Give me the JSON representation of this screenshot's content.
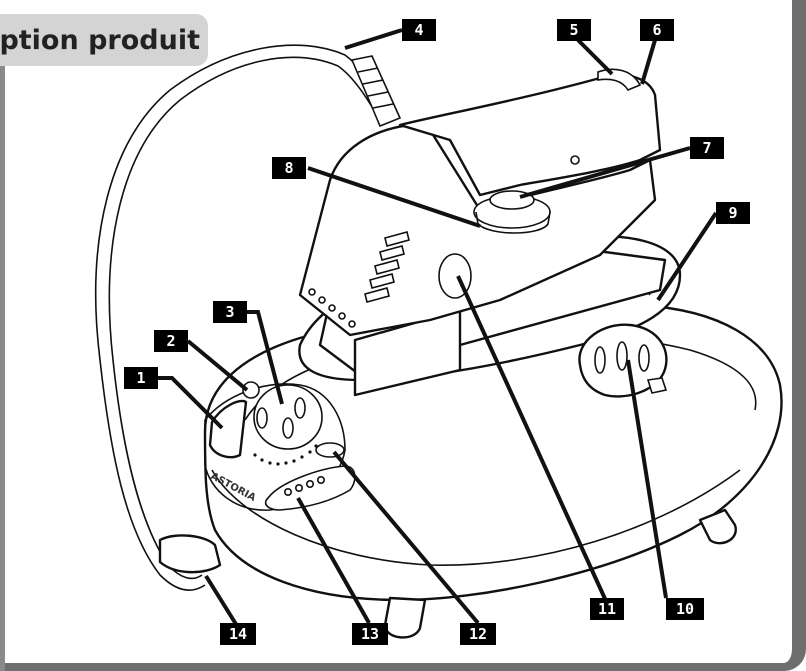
{
  "header": {
    "title": "ption produit"
  },
  "product": {
    "brand": "ASTORIA"
  },
  "callouts": [
    {
      "id": "1",
      "label": "1"
    },
    {
      "id": "2",
      "label": "2"
    },
    {
      "id": "3",
      "label": "3"
    },
    {
      "id": "4",
      "label": "4"
    },
    {
      "id": "5",
      "label": "5"
    },
    {
      "id": "6",
      "label": "6"
    },
    {
      "id": "7",
      "label": "7"
    },
    {
      "id": "8",
      "label": "8"
    },
    {
      "id": "9",
      "label": "9"
    },
    {
      "id": "10",
      "label": "10"
    },
    {
      "id": "11",
      "label": "11"
    },
    {
      "id": "12",
      "label": "12"
    },
    {
      "id": "13",
      "label": "13"
    },
    {
      "id": "14",
      "label": "14"
    }
  ],
  "colors": {
    "frame": "#6e6e6e",
    "title_tab": "#d4d4d4",
    "ink": "#111111"
  }
}
